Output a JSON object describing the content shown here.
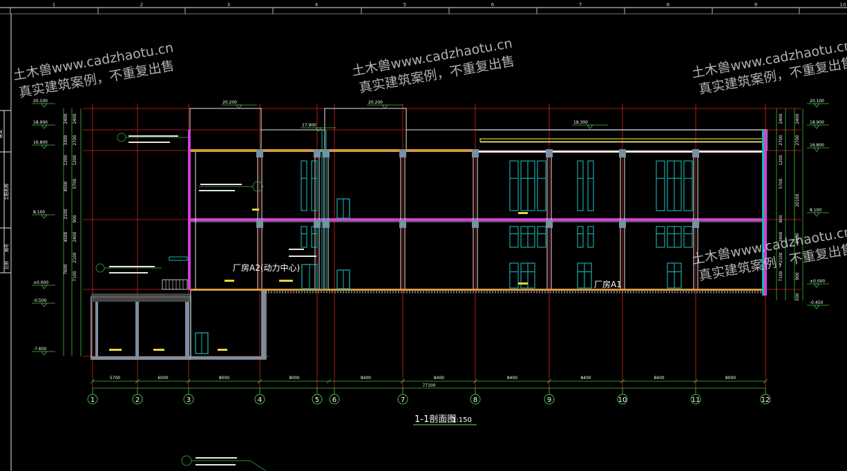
{
  "colors": {
    "background": "#000000",
    "grid_red": "#e0201e",
    "structure_white": "#e8e8e8",
    "floor_orange": "#d89a3c",
    "window_cyan": "#19b8b4",
    "magenta": "#d43fd8",
    "dim_green": "#3fbf3f",
    "label_yellow": "#e6d83a",
    "text_white": "#ffffff"
  },
  "ruler": {
    "labels": [
      "1",
      "2",
      "3",
      "4",
      "5",
      "6",
      "7",
      "8",
      "9",
      "10"
    ]
  },
  "watermark": {
    "line1": "土木兽www.cadzhaotu.cn",
    "line2": "真实建筑案例，不重复出售"
  },
  "drawing": {
    "title": "1-1剖面图",
    "scale": "1:150",
    "room_a2": "厂房A2(动力中心)",
    "room_a1": "厂房A1"
  },
  "axes": [
    "1",
    "2",
    "3",
    "4",
    "5",
    "6",
    "7",
    "8",
    "9",
    "10",
    "11",
    "12"
  ],
  "bays": [
    "5700",
    "6000",
    "8000",
    "8000",
    "8400",
    "8400",
    "8400",
    "8400",
    "8400",
    "8000"
  ],
  "total_length": "77100",
  "elevations_left": [
    "20.100",
    "18.900",
    "16.800",
    "8.100",
    "±0.000",
    "-0.500",
    "-7.600"
  ],
  "elevations_right": [
    "20.100",
    "18.900",
    "16.800",
    "8.100",
    "±0.000",
    "-0.450"
  ],
  "elevations_top": [
    "20.200",
    "20.200",
    "17.900",
    "18.300"
  ],
  "dims_left_outer": [
    "2400",
    "3300",
    "1200",
    "4500",
    "2100",
    "4500",
    "7600"
  ],
  "dims_left_inner": [
    "2400",
    "2700",
    "1200",
    "5700",
    "900",
    "2400",
    "2100",
    "7100"
  ],
  "dims_right_inner": [
    "2400",
    "2700",
    "1200",
    "5700",
    "900",
    "2400",
    "2100",
    "7100"
  ],
  "dims_right_outer": [
    "2400",
    "2700",
    "20100",
    "8100",
    "900",
    "500"
  ],
  "side_labels": [
    "建筑",
    "工程名称",
    "图号",
    "比例"
  ]
}
